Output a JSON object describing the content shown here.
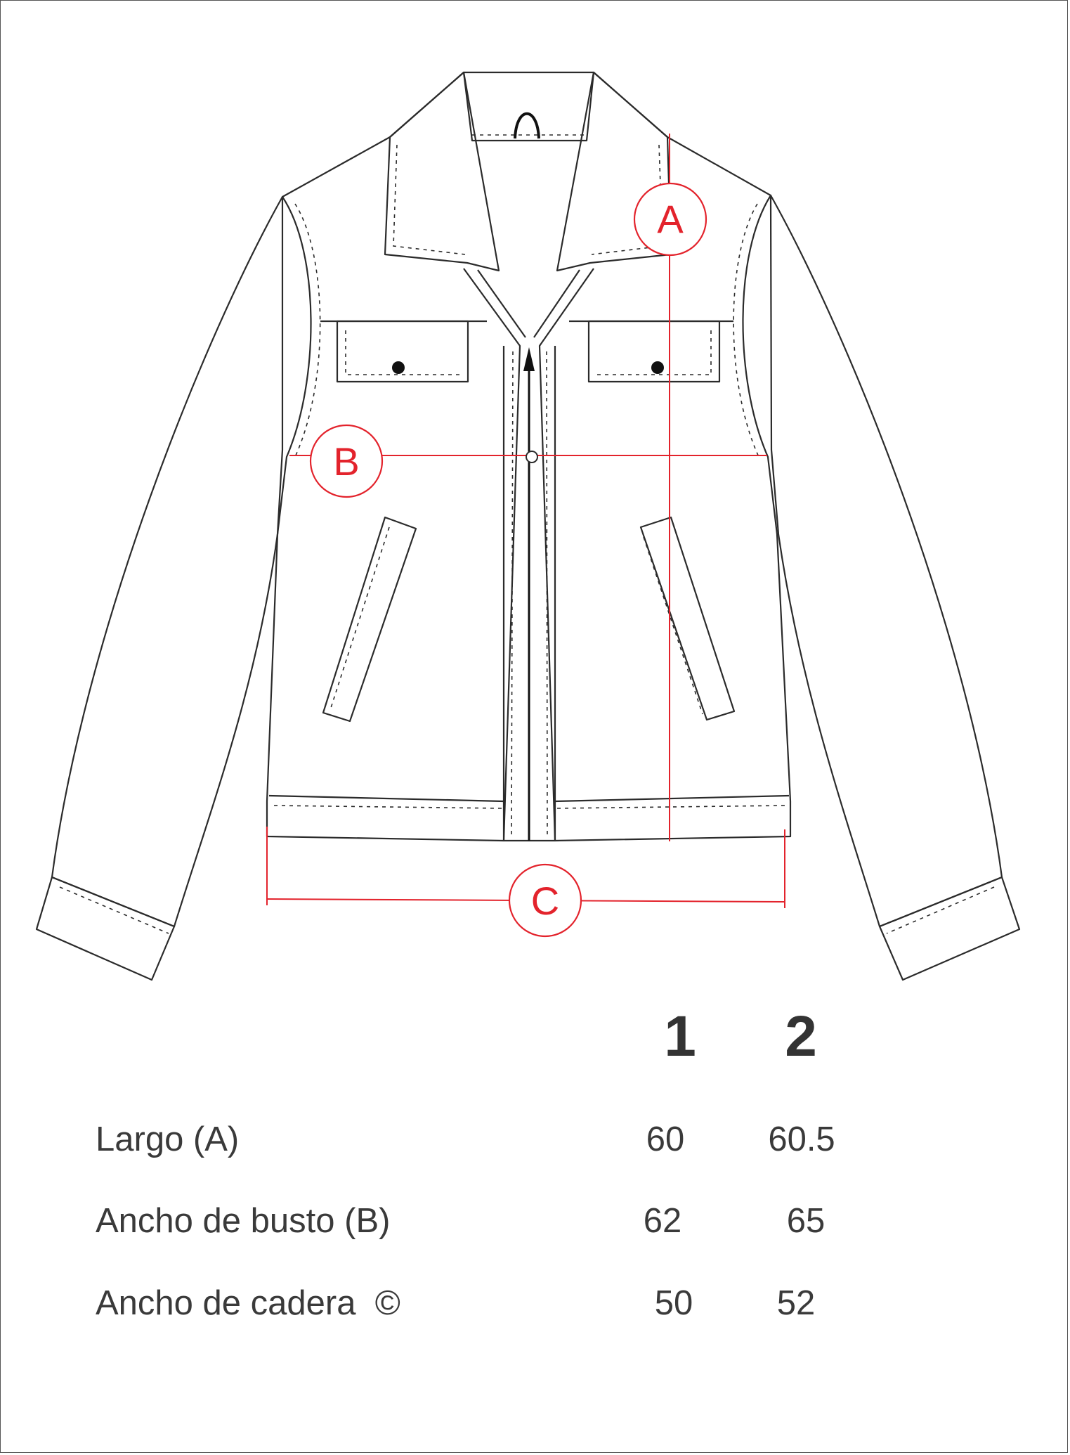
{
  "diagram": {
    "markers": {
      "a": "A",
      "b": "B",
      "c": "C"
    },
    "accent_color": "#e3232c",
    "line_color": "#2b2b2b"
  },
  "table": {
    "columns": [
      "1",
      "2"
    ],
    "rows": [
      {
        "label": "Largo (A)",
        "values": [
          "60",
          "60.5"
        ]
      },
      {
        "label": "Ancho de busto (B)",
        "values": [
          "62",
          "65"
        ]
      },
      {
        "label": "Ancho de cadera  ©",
        "values": [
          "50",
          "52"
        ]
      }
    ]
  }
}
